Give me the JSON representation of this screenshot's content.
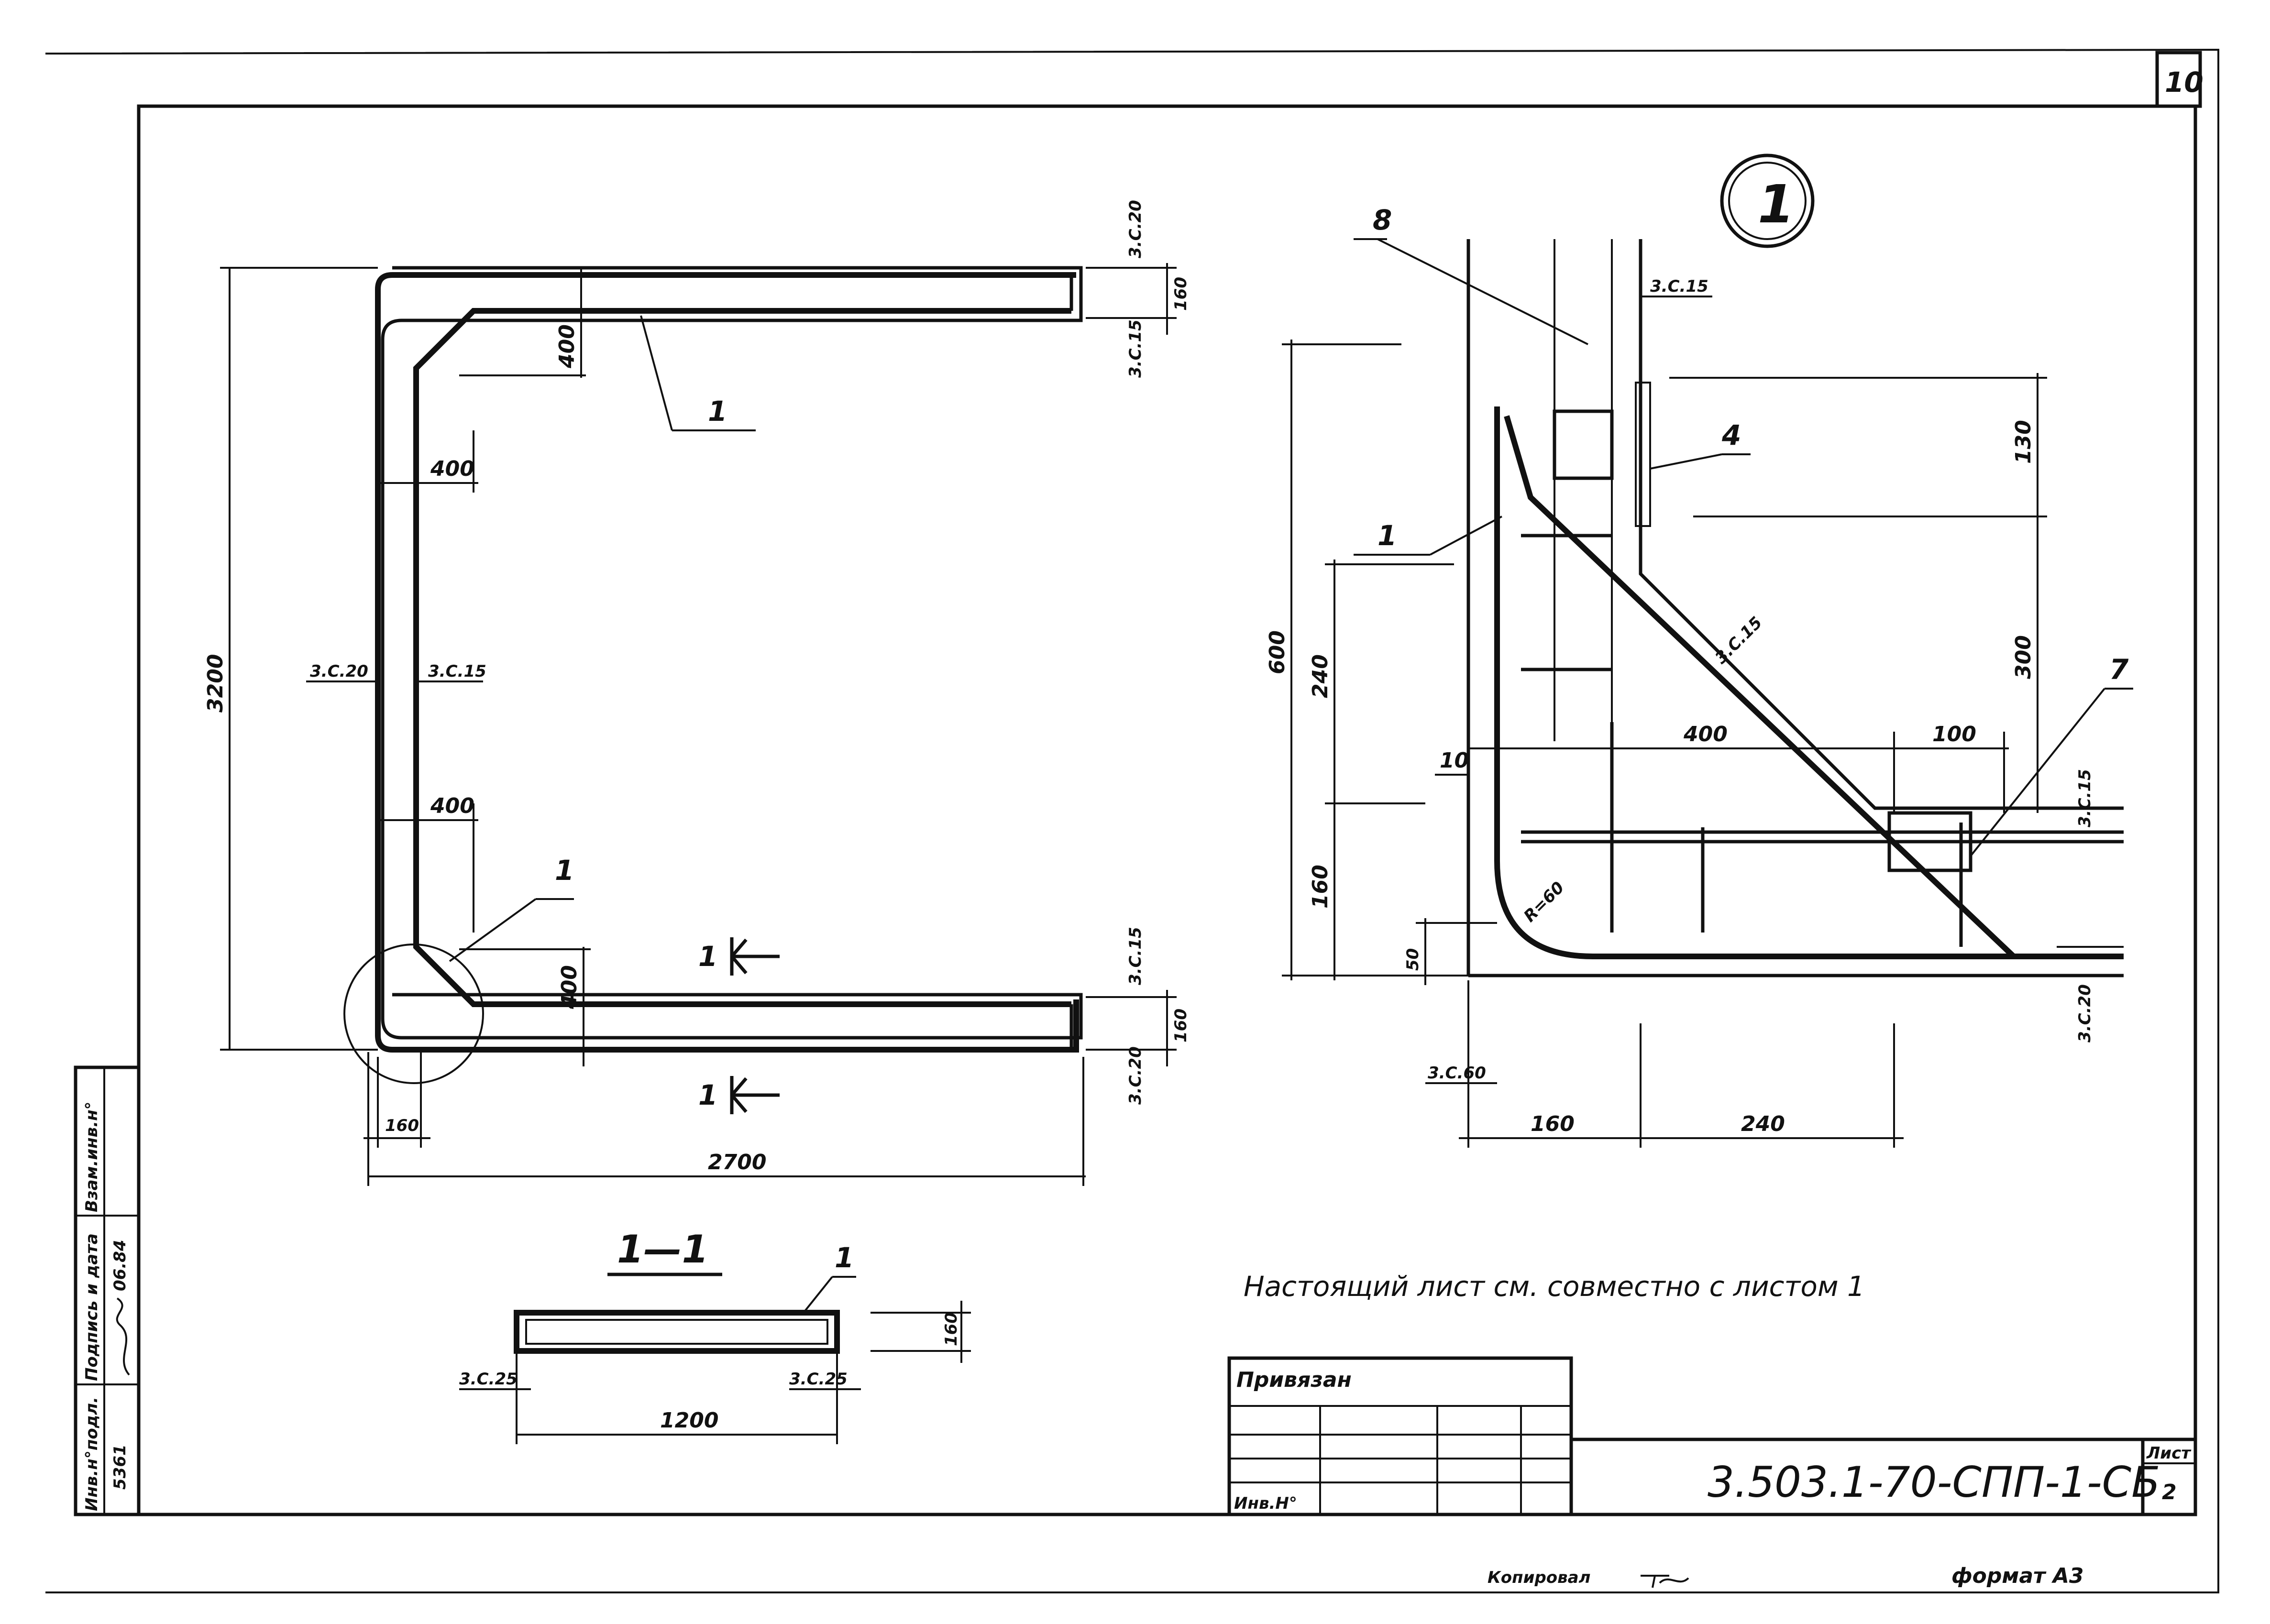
{
  "sheet_number_corner": "10",
  "title_block": {
    "privyazan": "Привязан",
    "inv_no": "Инв.Н°",
    "code": "3.503.1-70-СПП-1-СБ",
    "list_label": "Лист",
    "list_no": "2"
  },
  "side_stamp": {
    "inv_podl": "Инв.н°подл.",
    "podpis_data": "Подпись и дата",
    "vzam_inv": "Взам.инв.н°",
    "inv_value": "5361",
    "date_value": "06.84"
  },
  "note": "Настоящий лист см. совместно с листом 1",
  "footer": {
    "copied": "Копировал",
    "format": "формат А3"
  },
  "plan": {
    "overall_height": "3200",
    "overall_width": "2700",
    "dim_400_top_vert": "400",
    "dim_400_top_horiz": "400",
    "dim_400_bottom_vert": "400",
    "dim_400_bottom_horiz": "400",
    "dim_160_top": "160",
    "dim_160_bottom": "160",
    "dim_160_left": "160",
    "cover_3c20_top": "3.С.20",
    "cover_3c15_top": "3.С.15",
    "cover_3c20_left": "3.С.20",
    "cover_3c15_left": "3.С.15",
    "cover_3c15_bottom": "3.С.15",
    "cover_3c20_bottom": "3.С.20",
    "pos_1_top": "1",
    "pos_1_bottom": "1",
    "section_mark_top": "1",
    "section_mark_bottom": "1"
  },
  "section": {
    "title": "1—1",
    "pos": "1",
    "width": "1200",
    "height": "160",
    "cover_left": "3.С.25",
    "cover_right": "3.С.25"
  },
  "detail": {
    "number": "1",
    "pos_8": "8",
    "pos_4": "4",
    "pos_1": "1",
    "pos_7": "7",
    "pos_10": "10",
    "cover_3c15_top": "3.С.15",
    "cover_3c15_diag": "3.С.15",
    "cover_3c15_right": "3.С.15",
    "cover_3c20_right": "3.С.20",
    "cover_3c60": "3.С.60",
    "radius": "R=60",
    "dim_600": "600",
    "dim_240_left": "240",
    "dim_160_left": "160",
    "dim_50": "50",
    "dim_130": "130",
    "dim_300": "300",
    "dim_400": "400",
    "dim_100": "100",
    "dim_160_bottom": "160",
    "dim_240_bottom": "240"
  }
}
